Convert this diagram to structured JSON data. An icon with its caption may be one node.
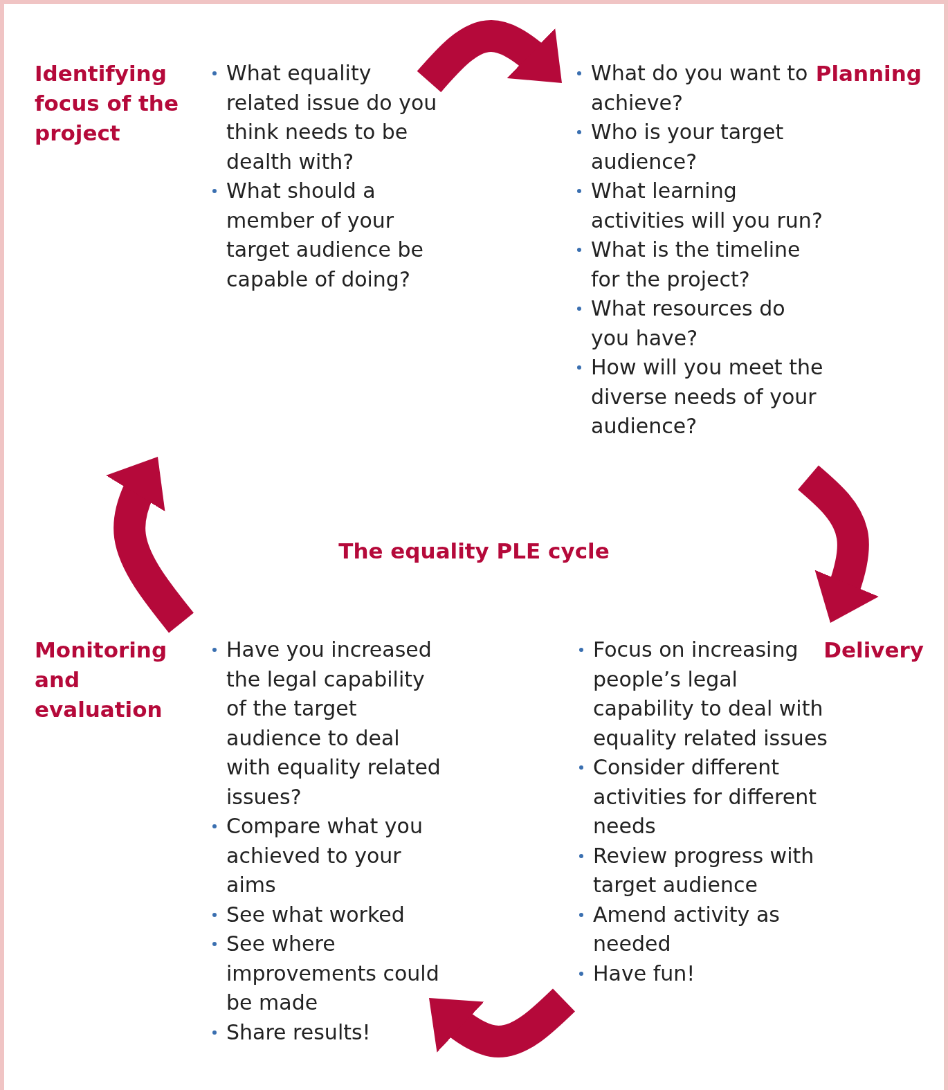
{
  "diagram": {
    "title": "The equality PLE cycle",
    "nodes": [
      {
        "text": [
          "Identifying focus of the project",
          "What equality related issue do you think needs to be dealth with?",
          "What should a member of your target audience be capable of doing?"
        ]
      },
      {
        "text": [
          "Planning",
          "What do you want to achieve?",
          "Who is your target audience?",
          "What learning activities will you run?",
          "What is the timeline for the project?",
          "What resources do you have?",
          "How will you meet the diverse needs of your audience?"
        ]
      },
      {
        "text": [
          "Delivery",
          "Focus on increasing people’s legal capability to deal with equality related issues",
          "Consider different activities for different needs",
          "Review progress with target audience",
          "Amend activity as needed",
          "Have fun!"
        ]
      },
      {
        "text": [
          "Monitoring and evaluation",
          "Have you increased the legal capability of the target audience to deal with equality related issues?",
          "Compare what you achieved to your aims",
          "See what worked",
          "See where improvements could be made",
          "Share results!"
        ]
      }
    ],
    "edges": [
      {
        "from": 0,
        "to": 1,
        "arrow": "to"
      },
      {
        "from": 1,
        "to": 2,
        "arrow": "to"
      },
      {
        "from": 2,
        "to": 3,
        "arrow": "to"
      },
      {
        "from": 3,
        "to": 0,
        "arrow": "to"
      }
    ]
  }
}
